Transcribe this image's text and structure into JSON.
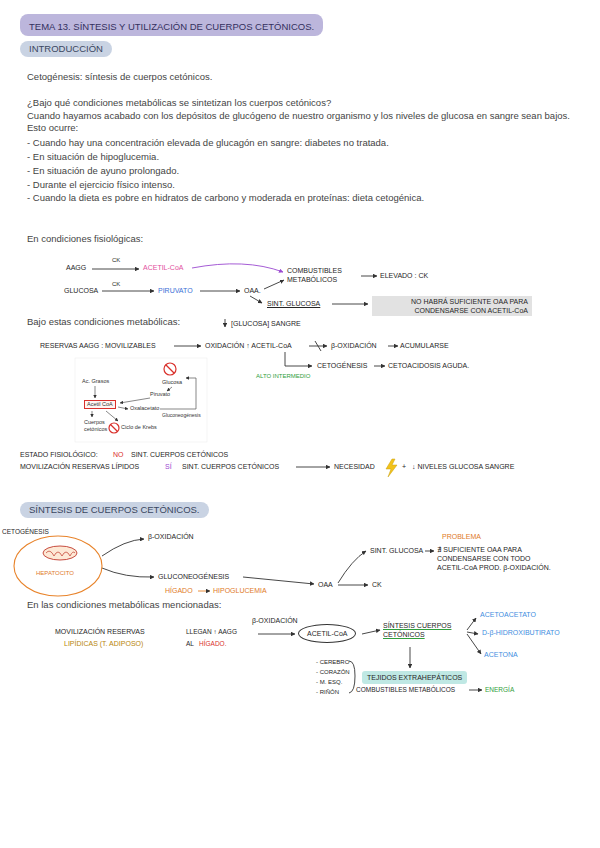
{
  "diagram": {
    "title": "TEMA 13. SÍNTESIS Y UTILIZACIÓN DE CUERPOS CETÓNICOS.",
    "nodes": [
      {
        "text": [
          "INTRODUCCIÓN"
        ]
      },
      {
        "text": [
          "NO HABRÁ SUFICIENTE OAA PARA CONDENSARSE CON ACETIL-CoA"
        ]
      },
      {
        "text": [
          "Acetil CoA"
        ]
      },
      {
        "text": [
          "SÍNTESIS DE CUERPOS CETÓNICOS."
        ]
      },
      {
        "text": [
          "ACETIL-CoA"
        ]
      },
      {
        "text": [
          "TEJIDOS EXTRAHEPÁTICOS"
        ]
      }
    ],
    "labels": [
      "Cetogénesis: síntesis de cuerpos cetónicos.",
      "¿Bajo qué condiciones metabólicas se sintetizan los cuerpos cetónicos?",
      "Cuando hayamos acabado con los depósitos de glucógeno de nuestro organismo y los niveles de glucosa en sangre sean bajos. Esto ocurre:",
      "- Cuando hay una concentración elevada de glucagón en sangre: diabetes no tratada.",
      "- En situación de hipoglucemia.",
      "- En situación de ayuno prolongado.",
      "- Durante el ejercicio físico intenso.",
      "- Cuando la dieta es pobre en hidratos de carbono y moderada en proteínas: dieta cetogénica.",
      "En condiciones fisiológicas:",
      "AAGG",
      "CK",
      "ACETIL-CoA",
      "GLUCOSA",
      "CK",
      "PIRUVATO",
      "OAA.",
      "COMBUSTIBLES METABÓLICOS",
      "ELEVADO : CK",
      "SINT. GLUCOSA",
      "Bajo estas condiciones metabólicas:",
      "[GLUCOSA] SANGRE",
      "RESERVAS AAGG : MOVILIZABLES",
      "OXIDACIÓN ↑ ACETIL-CoA",
      "β-OXIDACIÓN",
      "ACUMULARSE",
      "ALTO INTERMEDIO",
      "CETOGÉNESIS",
      "CETOACIDOSIS AGUDA.",
      "Ac. Grasos",
      "Glucosa",
      "Piruvato",
      "Oxalacetato",
      "Gluconeogénesis",
      "Cuerpos cetónicos",
      "Ciclo de Krebs",
      "ESTADO FISIOLÓGICO:",
      "NO",
      "SINT. CUERPOS CETÓNICOS",
      "MOVILIZACIÓN RESERVAS LÍPIDOS",
      "SÍ",
      "SINT. CUERPOS CETÓNICOS",
      "NECESIDAD",
      "+",
      "↓ NIVELES GLUCOSA SANGRE",
      "CETOGÉNESIS",
      "HEPATOCITO",
      "β-OXIDACIÓN",
      "GLUCONEOGÉNESIS",
      "HÍGADO",
      "HIPOGLUCEMIA",
      "OAA",
      "SINT. GLUCOSA",
      "CK",
      "PROBLEMA",
      "∄ SUFICIENTE OAA PARA CONDENSARSE CON TODO ACETIL-CoA PROD. β-OXIDACIÓN.",
      "En las condiciones metabólicas mencionadas:",
      "MOVILIZACIÓN RESERVAS",
      "LIPÍDICAS (T. ADIPOSO)",
      "LLEGAN ↑ AAGG",
      "AL",
      "HÍGADO.",
      "β-OXIDACIÓN",
      "SÍNTESIS CUERPOS CETÓNICOS",
      "ACETOACETATO",
      "D-β-HIDROXIBUTIRATO",
      "ACETONA",
      "- CEREBRO",
      "- CORAZÓN",
      "- M. ESQ.",
      "- RIÑÓN",
      "COMBUSTIBLES METABÓLICOS",
      "ENERGÍA"
    ]
  }
}
